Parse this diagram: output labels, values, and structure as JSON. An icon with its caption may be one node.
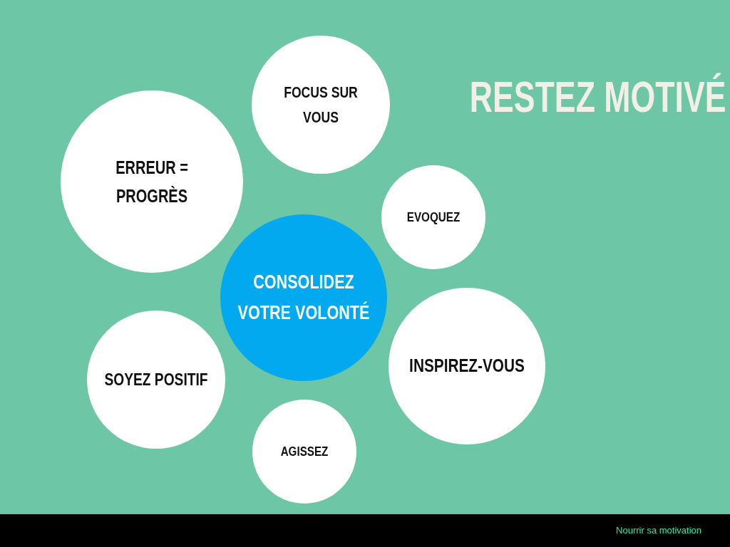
{
  "diagram": {
    "title": "RESTEZ MOTIVÉ",
    "nodes": [
      {
        "text": [
          "FOCUS SUR VOUS"
        ]
      },
      {
        "text": [
          "ERREUR = PROGRÈS"
        ]
      },
      {
        "text": [
          "EVOQUEZ"
        ]
      },
      {
        "text": [
          "CONSOLIDEZ VOTRE VOLONTÉ"
        ]
      },
      {
        "text": [
          "INSPIREZ-VOUS"
        ]
      },
      {
        "text": [
          "SOYEZ POSITIF"
        ]
      },
      {
        "text": [
          "AGISSEZ"
        ]
      }
    ],
    "labels": [
      "Nourrir sa motivation"
    ]
  }
}
